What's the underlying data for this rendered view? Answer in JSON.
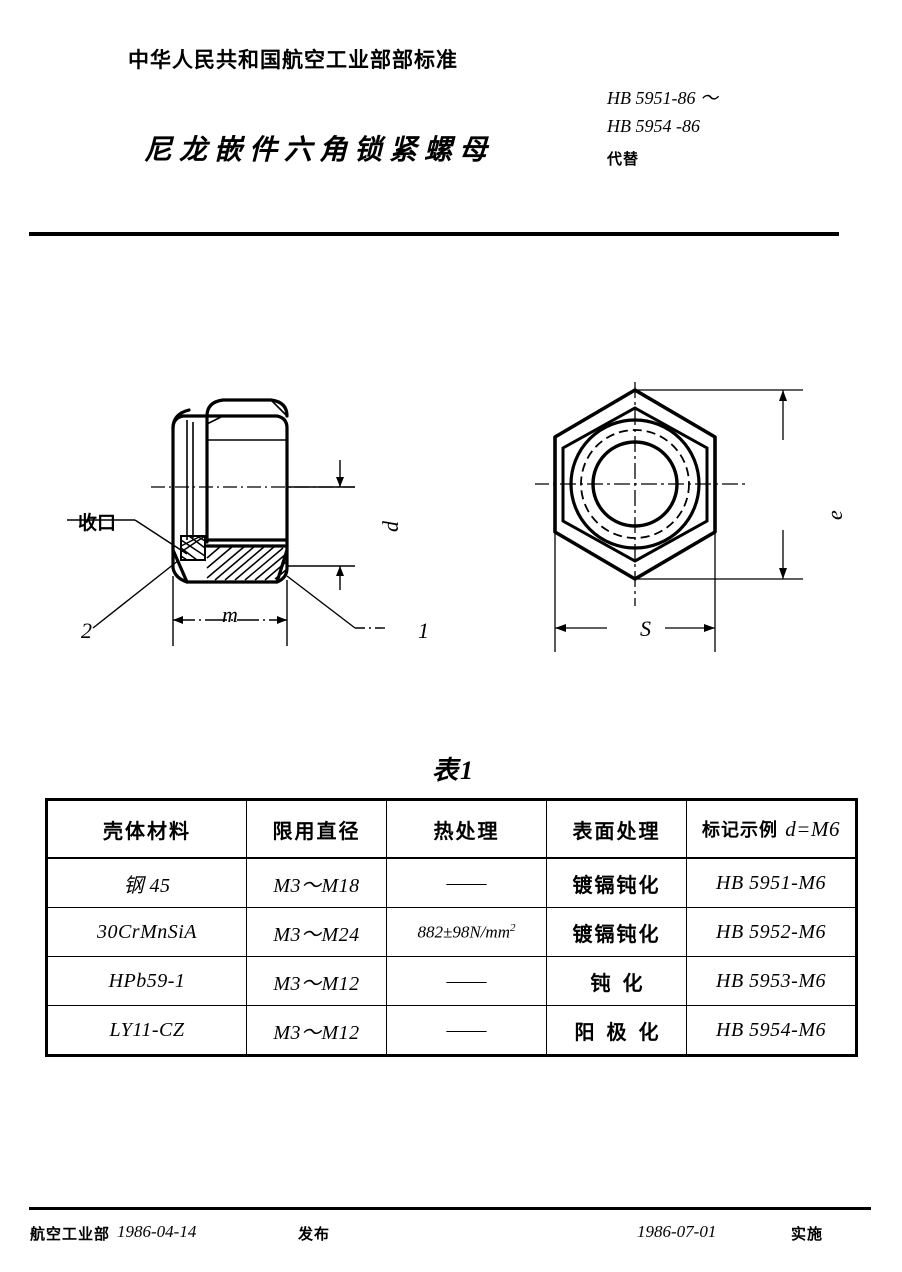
{
  "header": {
    "ministry_line": "中华人民共和国航空工业部部标准",
    "title": "尼龙嵌件六角锁紧螺母",
    "standard_numbers": [
      "HB 5951-86 ～",
      "HB 5954 -86"
    ],
    "replaces_label": "代替"
  },
  "drawings": {
    "section_view": {
      "crimp_label": "收口",
      "callout_2": "2",
      "callout_1": "1",
      "dim_m": "m",
      "dim_d": "d"
    },
    "top_view": {
      "dim_s": "S",
      "dim_e": "e"
    }
  },
  "table": {
    "caption": "表1",
    "headers": [
      "壳体材料",
      "限用直径",
      "热处理",
      "表面处理",
      "标记示例"
    ],
    "header_last_suffix": "d=M6",
    "rows": [
      {
        "material": "钢 45",
        "diameter": "M3～M18",
        "heat_treatment": "——",
        "surface_treatment": "镀镉钝化",
        "marking_example": "HB 5951-M6"
      },
      {
        "material": "30CrMnSiA",
        "diameter": "M3～M24",
        "heat_treatment": "882±98N/mm2",
        "heat_treatment_base": "882±98N/",
        "heat_treatment_denom": "mm",
        "heat_treatment_exp": "2",
        "surface_treatment": "镀镉钝化",
        "marking_example": "HB 5952-M6"
      },
      {
        "material": "HPb59-1",
        "diameter": "M3～M12",
        "heat_treatment": "——",
        "surface_treatment": "钝化",
        "marking_example": "HB 5953-M6"
      },
      {
        "material": "LY11-CZ",
        "diameter": "M3～M12",
        "heat_treatment": "——",
        "surface_treatment": "阳极化",
        "marking_example": "HB 5954-M6"
      }
    ]
  },
  "footer": {
    "issuer": "航空工业部",
    "issue_date": "1986-04-14",
    "publish_label": "发布",
    "effective_date": "1986-07-01",
    "implement_label": "实施"
  }
}
